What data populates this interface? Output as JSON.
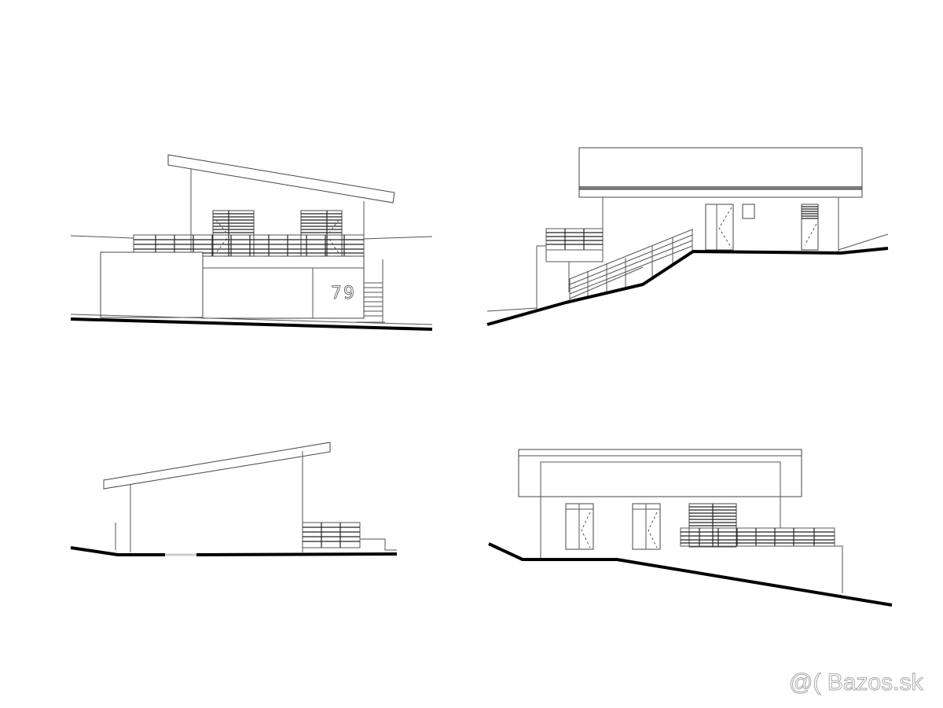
{
  "drawing": {
    "house_number": "79",
    "watermark": "@( Bazos.sk",
    "views": [
      "front-elevation",
      "side-elevation-right",
      "side-elevation-left",
      "rear-elevation"
    ]
  },
  "colors": {
    "line": "#000000",
    "background": "#ffffff",
    "watermark": "#aaaaaa"
  }
}
